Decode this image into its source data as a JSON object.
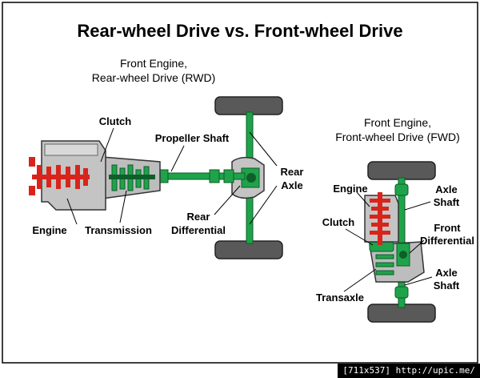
{
  "title": "Rear-wheel Drive vs. Front-wheel Drive",
  "rwd": {
    "subtitle_line1": "Front Engine,",
    "subtitle_line2": "Rear-wheel Drive (RWD)",
    "labels": {
      "clutch": "Clutch",
      "propeller_shaft": "Propeller Shaft",
      "rear_axle_line1": "Rear",
      "rear_axle_line2": "Axle",
      "engine": "Engine",
      "transmission": "Transmission",
      "rear_diff_line1": "Rear",
      "rear_diff_line2": "Differential"
    }
  },
  "fwd": {
    "subtitle_line1": "Front Engine,",
    "subtitle_line2": "Front-wheel Drive (FWD)",
    "labels": {
      "engine": "Engine",
      "clutch": "Clutch",
      "transaxle": "Transaxle",
      "axle_shaft_top_line1": "Axle",
      "axle_shaft_top_line2": "Shaft",
      "front_diff_line1": "Front",
      "front_diff_line2": "Differential",
      "axle_shaft_bottom_line1": "Axle",
      "axle_shaft_bottom_line2": "Shaft"
    }
  },
  "watermark": "[711x537] http://upic.me/",
  "colors": {
    "drive_green": "#1fa34a",
    "engine_red": "#d9241c",
    "housing_gray": "#bdbdbd",
    "tire": "#555555",
    "dark_green": "#0e5e2a"
  }
}
